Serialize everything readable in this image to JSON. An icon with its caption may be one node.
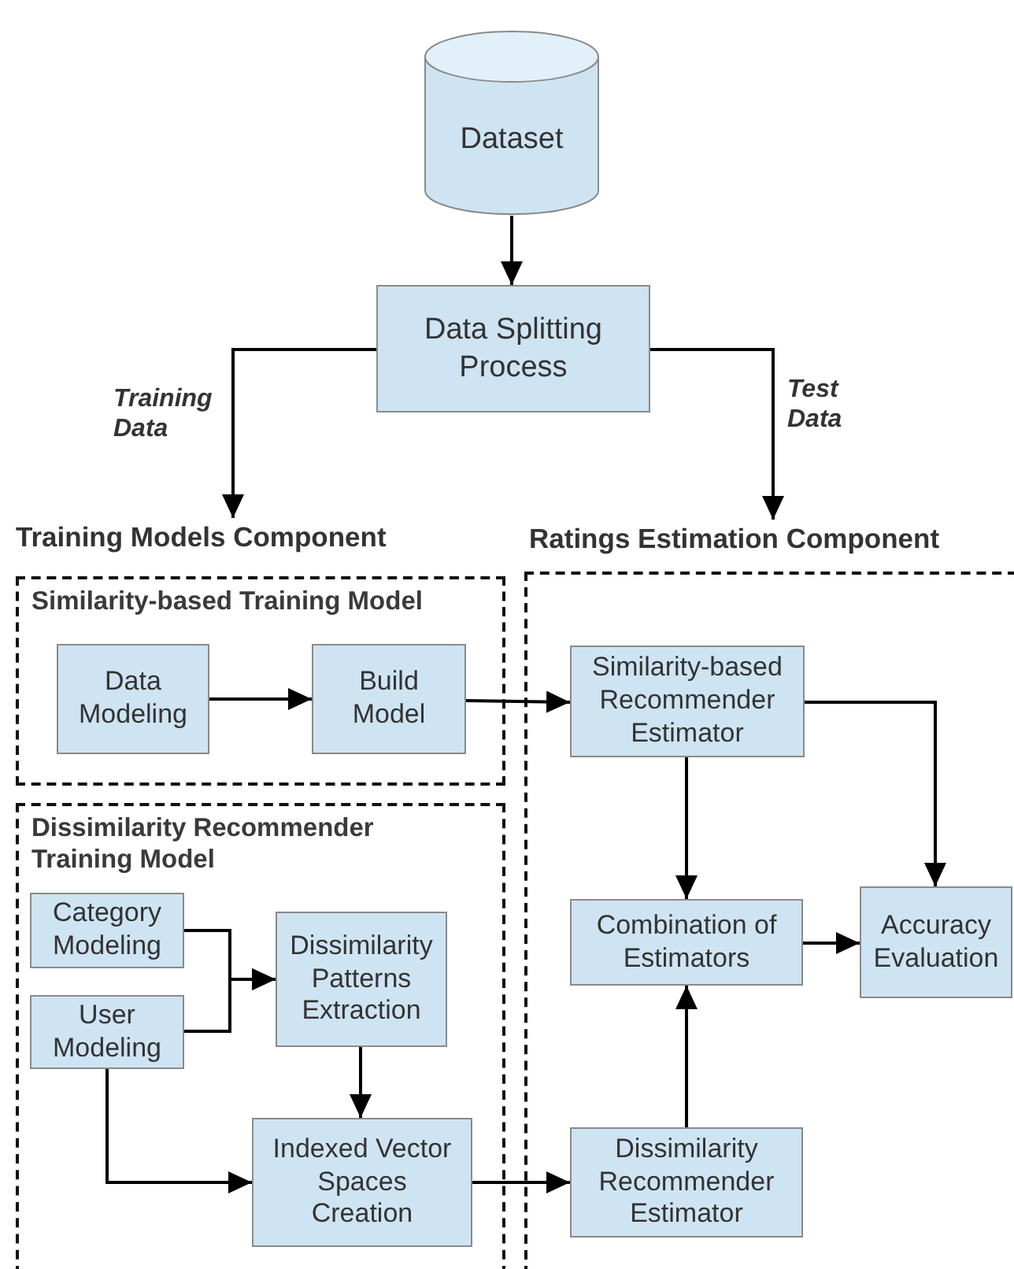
{
  "diagram": {
    "nodes": [
      {
        "text": [
          "Dataset"
        ]
      },
      {
        "text": [
          "Data Splitting Process"
        ]
      },
      {
        "text": [
          "Training Models Component"
        ]
      },
      {
        "text": [
          "Ratings Estimation Component"
        ]
      },
      {
        "text": [
          "Similarity-based Training Model"
        ]
      },
      {
        "text": [
          "Data Modeling"
        ],
        "in": 4
      },
      {
        "text": [
          "Build Model"
        ],
        "in": 4
      },
      {
        "text": [
          "Dissimilarity Recommender Training Model"
        ]
      },
      {
        "text": [
          "Category Modeling"
        ],
        "in": 7
      },
      {
        "text": [
          "User Modeling"
        ],
        "in": 7
      },
      {
        "text": [
          "Dissimilarity Patterns Extraction"
        ],
        "in": 7
      },
      {
        "text": [
          "Indexed Vector Spaces Creation"
        ],
        "in": 7
      },
      {
        "text": [
          "Similarity-based Recommender Estimator"
        ],
        "in": 3
      },
      {
        "text": [
          "Combination of Estimators"
        ],
        "in": 3
      },
      {
        "text": [
          "Accuracy Evaluation"
        ],
        "in": 3
      },
      {
        "text": [
          "Dissimilarity Recommender Estimator"
        ],
        "in": 3
      }
    ],
    "edges": [
      {
        "from": 0,
        "to": 1,
        "arrow": "to"
      },
      {
        "from": 1,
        "to": 2,
        "arrow": "to",
        "label": "Training Data"
      },
      {
        "from": 1,
        "to": 3,
        "arrow": "to",
        "label": "Test Data"
      },
      {
        "from": 5,
        "to": 6,
        "arrow": "to"
      },
      {
        "from": 6,
        "to": 12,
        "arrow": "to"
      },
      {
        "from": 12,
        "to": 13,
        "arrow": "to"
      },
      {
        "from": 12,
        "to": 14,
        "arrow": "to"
      },
      {
        "from": 13,
        "to": 14,
        "arrow": "to"
      },
      {
        "from": 15,
        "to": 13,
        "arrow": "to"
      },
      {
        "from": 8,
        "to": 10,
        "arrow": "to"
      },
      {
        "from": 9,
        "to": 10,
        "arrow": "to"
      },
      {
        "from": 10,
        "to": 11,
        "arrow": "to"
      },
      {
        "from": 9,
        "to": 11,
        "arrow": "to"
      },
      {
        "from": 11,
        "to": 15,
        "arrow": "to"
      }
    ]
  }
}
